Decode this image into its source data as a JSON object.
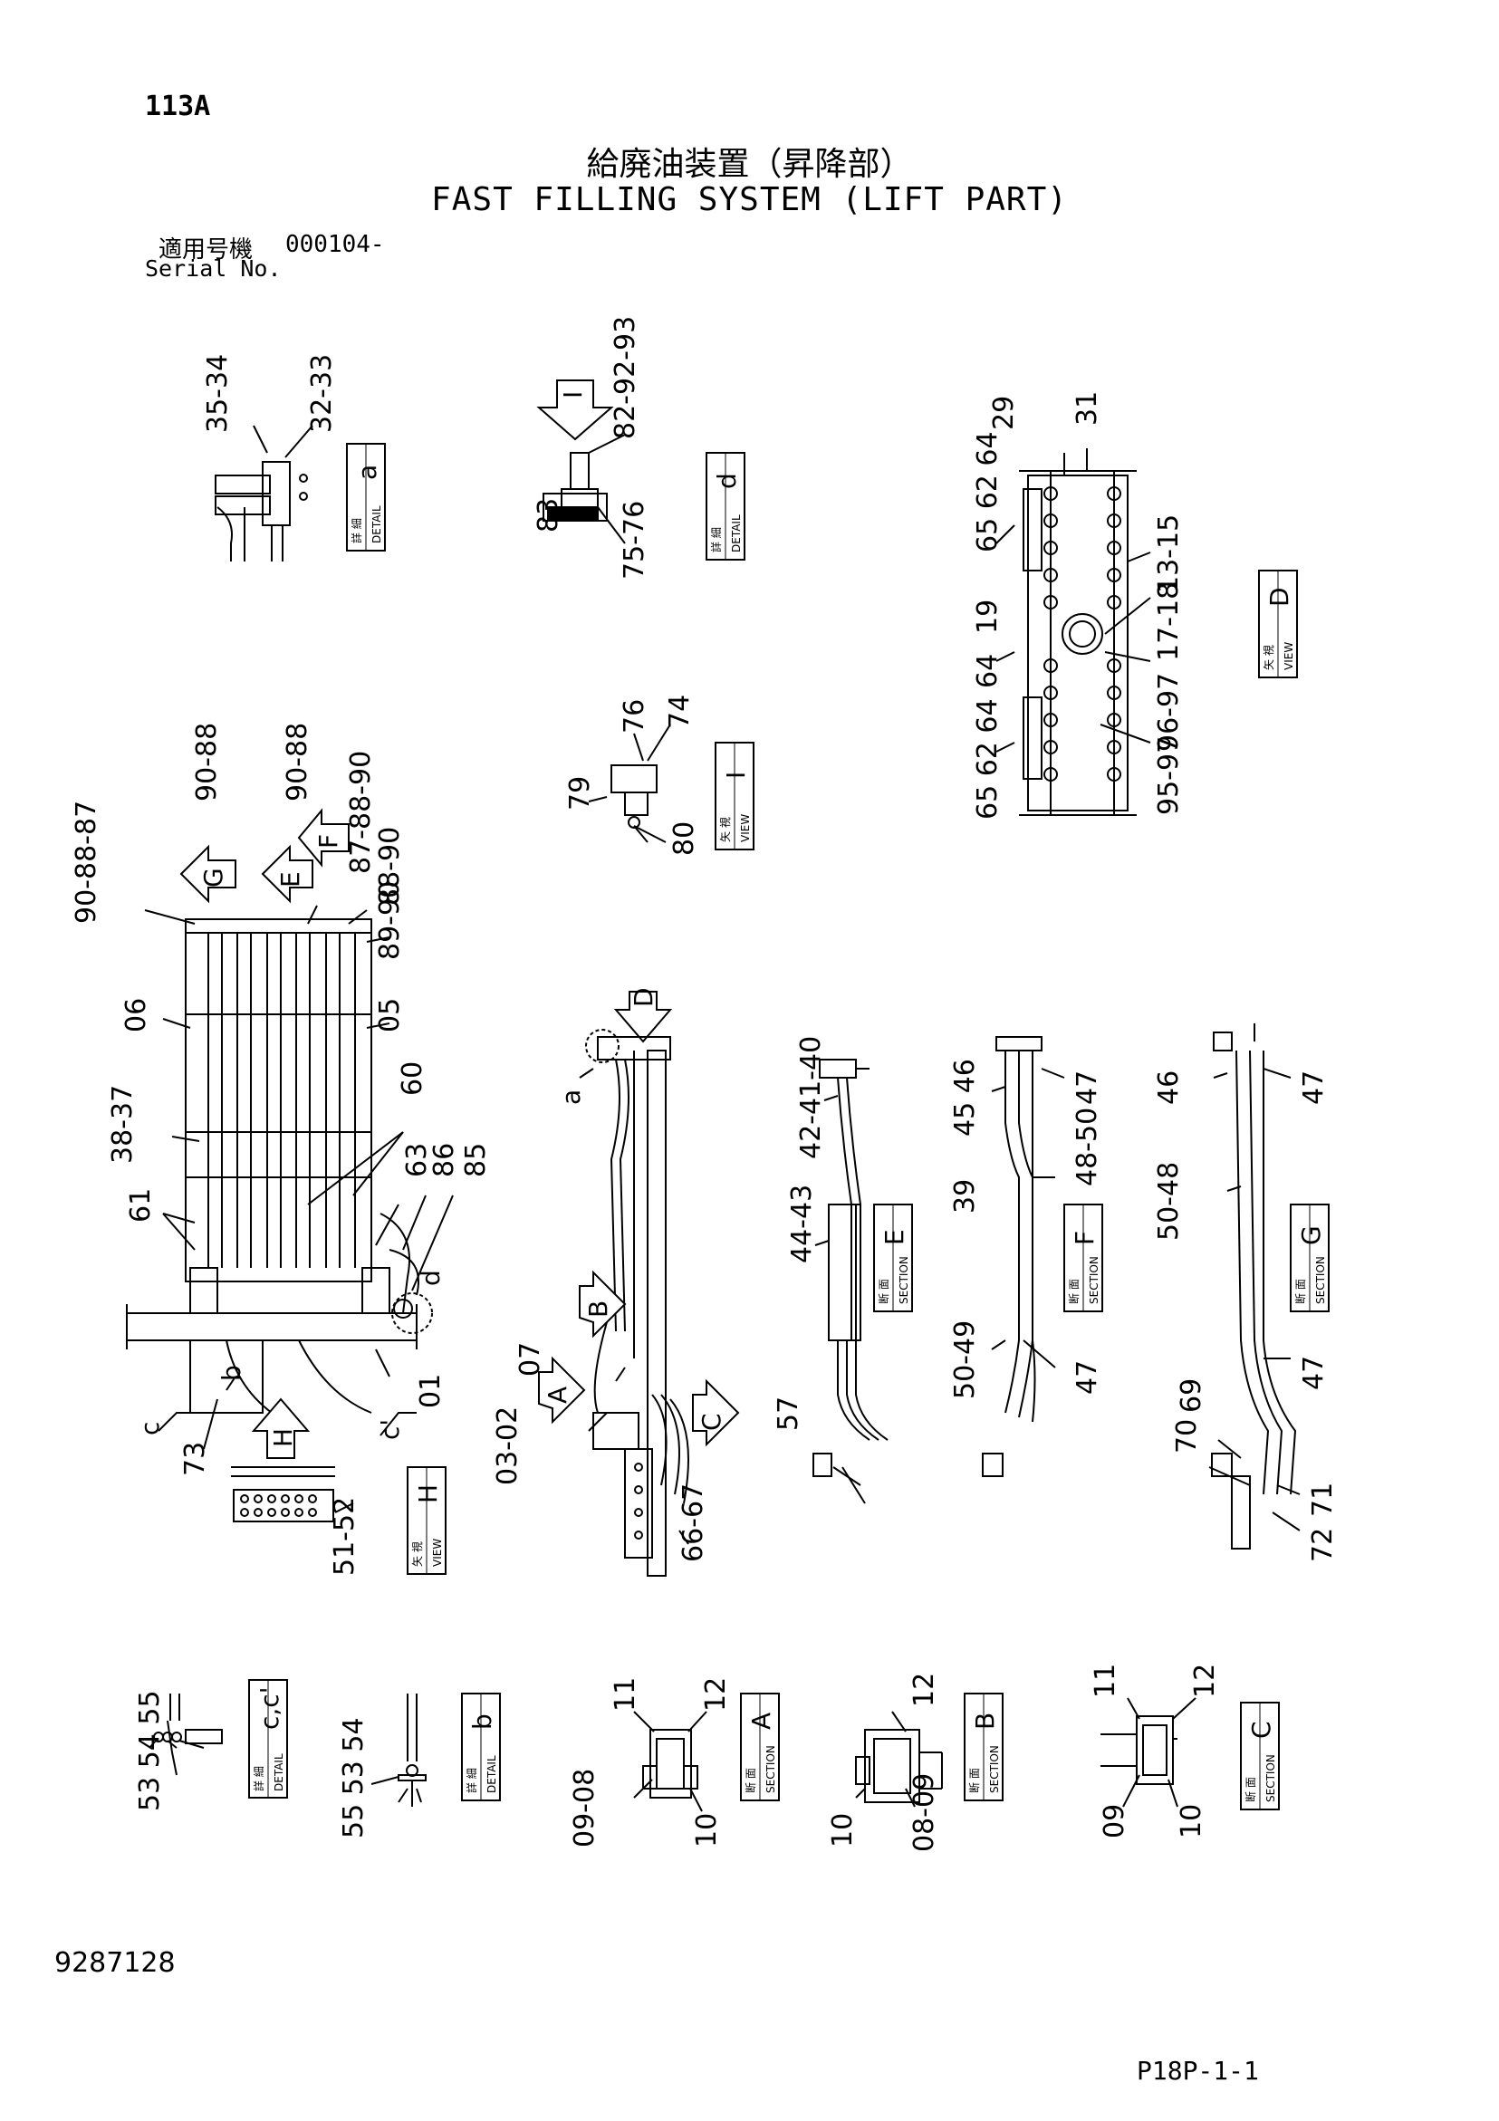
{
  "header": {
    "page_code": "113A",
    "title_jp": "給廃油装置（昇降部）",
    "title_en": "FAST FILLING SYSTEM (LIFT PART)",
    "serial_label_jp": "適用号機",
    "serial_value": "000104-",
    "serial_label_en": "Serial No."
  },
  "footer": {
    "doc_number": "9287128",
    "page_ref": "P18P-1-1"
  },
  "callouts": {
    "detail_a": {
      "jp": "詳 細",
      "en": "DETAIL",
      "letter": "a"
    },
    "detail_d": {
      "jp": "詳 細",
      "en": "DETAIL",
      "letter": "d"
    },
    "view_d": {
      "jp": "矢 視",
      "en": "VIEW",
      "letter": "D"
    },
    "view_i": {
      "jp": "矢 視",
      "en": "VIEW",
      "letter": "I"
    },
    "section_e": {
      "jp": "断 面",
      "en": "SECTION",
      "letter": "E"
    },
    "section_f": {
      "jp": "断 面",
      "en": "SECTION",
      "letter": "F"
    },
    "section_g": {
      "jp": "断 面",
      "en": "SECTION",
      "letter": "G"
    },
    "view_h": {
      "jp": "矢 視",
      "en": "VIEW",
      "letter": "H"
    },
    "detail_cc": {
      "jp": "詳 細",
      "en": "DETAIL",
      "letter": "c,c'"
    },
    "detail_b": {
      "jp": "詳 細",
      "en": "DETAIL",
      "letter": "b"
    },
    "section_a": {
      "jp": "断 面",
      "en": "SECTION",
      "letter": "A"
    },
    "section_b": {
      "jp": "断 面",
      "en": "SECTION",
      "letter": "B"
    },
    "section_c": {
      "jp": "断 面",
      "en": "SECTION",
      "letter": "C"
    }
  },
  "view_arrows": {
    "i": "I",
    "d": "D",
    "g": "G",
    "e": "E",
    "f": "F",
    "b": "B",
    "a": "A",
    "c": "C",
    "h": "H"
  },
  "detail_refs": {
    "a": "a",
    "d": "d",
    "c": "c",
    "c_prime": "c'",
    "b": "b"
  },
  "part_labels": {
    "p35_34": "35-34",
    "p32_33": "32-33",
    "p83": "83",
    "p82_92_93": "82-92-93",
    "p75_76": "75-76",
    "p29": "29",
    "p31": "31",
    "p65_62_64": "65 62 64",
    "p13_15": "13-15",
    "p17_18": "17-18",
    "p19": "19",
    "p64": "64",
    "p96_97": "96-97",
    "p65_62_64_b": "65 62 64",
    "p95_97": "95-97",
    "p76": "76",
    "p74": "74",
    "p79": "79",
    "p80": "80",
    "p90_88_a": "90-88",
    "p90_88_b": "90-88",
    "p87_88_90": "87-88-90",
    "p88_90": "88-90",
    "p90_88_87": "90-88-87",
    "p89_90": "89-90",
    "p06": "06",
    "p05": "05",
    "p38_37": "38-37",
    "p60": "60",
    "p61": "61",
    "p63": "63",
    "p86": "86",
    "p85": "85",
    "p01": "01",
    "p73": "73",
    "p51_52": "51-52",
    "p07": "07",
    "p03_02": "03-02",
    "p66_67": "66-67",
    "p42_41_40": "42-41-40",
    "p44_43": "44-43",
    "p57": "57",
    "p45_46": "45 46",
    "p47_a": "47",
    "p48_50_a": "48-50",
    "p39": "39",
    "p50_49": "50-49",
    "p47_b": "47",
    "p46": "46",
    "p47_c": "47",
    "p50_48": "50-48",
    "p47_d": "47",
    "p69": "69",
    "p70": "70",
    "p71": "71",
    "p72": "72",
    "p53_54_55": "53 54 55",
    "p55_53_54": "55 53 54",
    "p11_a": "11",
    "p12_a": "12",
    "p09_08_a": "09-08",
    "p10_a": "10",
    "p12_b": "12",
    "p10_b": "10",
    "p08_09_b": "08-09",
    "p11_c": "11",
    "p12_c": "12",
    "p09_c": "09",
    "p10_c": "10"
  }
}
